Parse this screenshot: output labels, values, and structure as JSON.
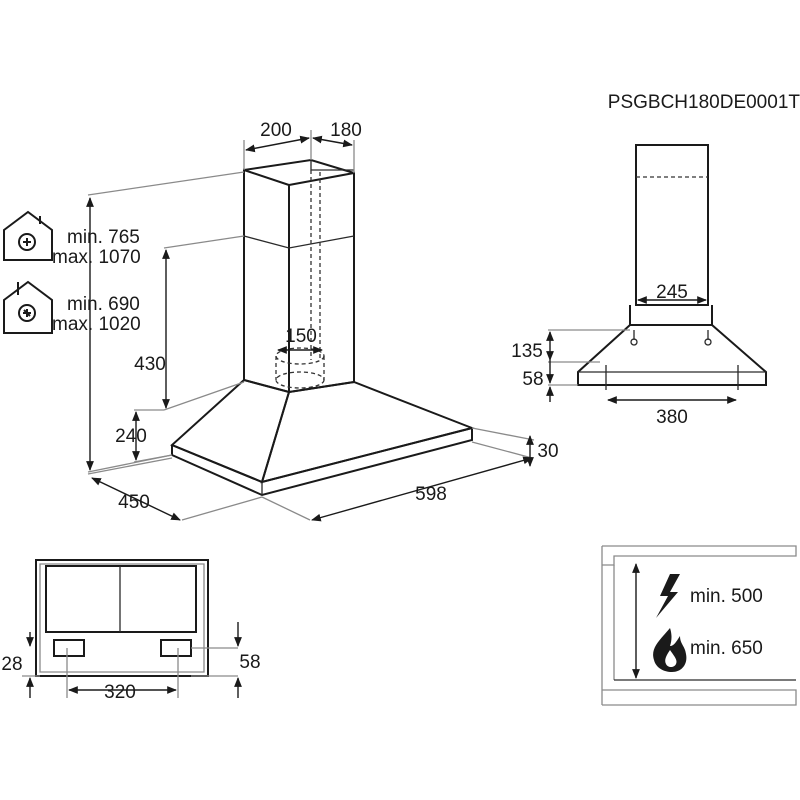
{
  "model_code": "PSGBCH180DE0001T",
  "main_view": {
    "chimney_width": "200",
    "chimney_depth": "180",
    "outlet_diameter": "150",
    "chimney_height": "430",
    "canopy_height": "240",
    "hood_depth": "450",
    "hood_width": "598",
    "edge_thickness": "30",
    "extraction_min": "min. 765",
    "extraction_max": "max. 1070",
    "recirculation_min": "min. 690",
    "recirculation_max": "max. 1020",
    "extraction_icon": "house-extraction-icon",
    "recirculation_icon": "house-recirculation-icon"
  },
  "side_view": {
    "chimney_width": "245",
    "bracket_height": "135",
    "bottom_offset": "58",
    "base_width": "380"
  },
  "wall_view": {
    "left_offset": "28",
    "right_offset": "58",
    "bracket_spacing": "320"
  },
  "clearance": {
    "electric_label": "min. 500",
    "gas_label": "min. 650",
    "electric_icon": "lightning-icon",
    "gas_icon": "flame-icon"
  }
}
